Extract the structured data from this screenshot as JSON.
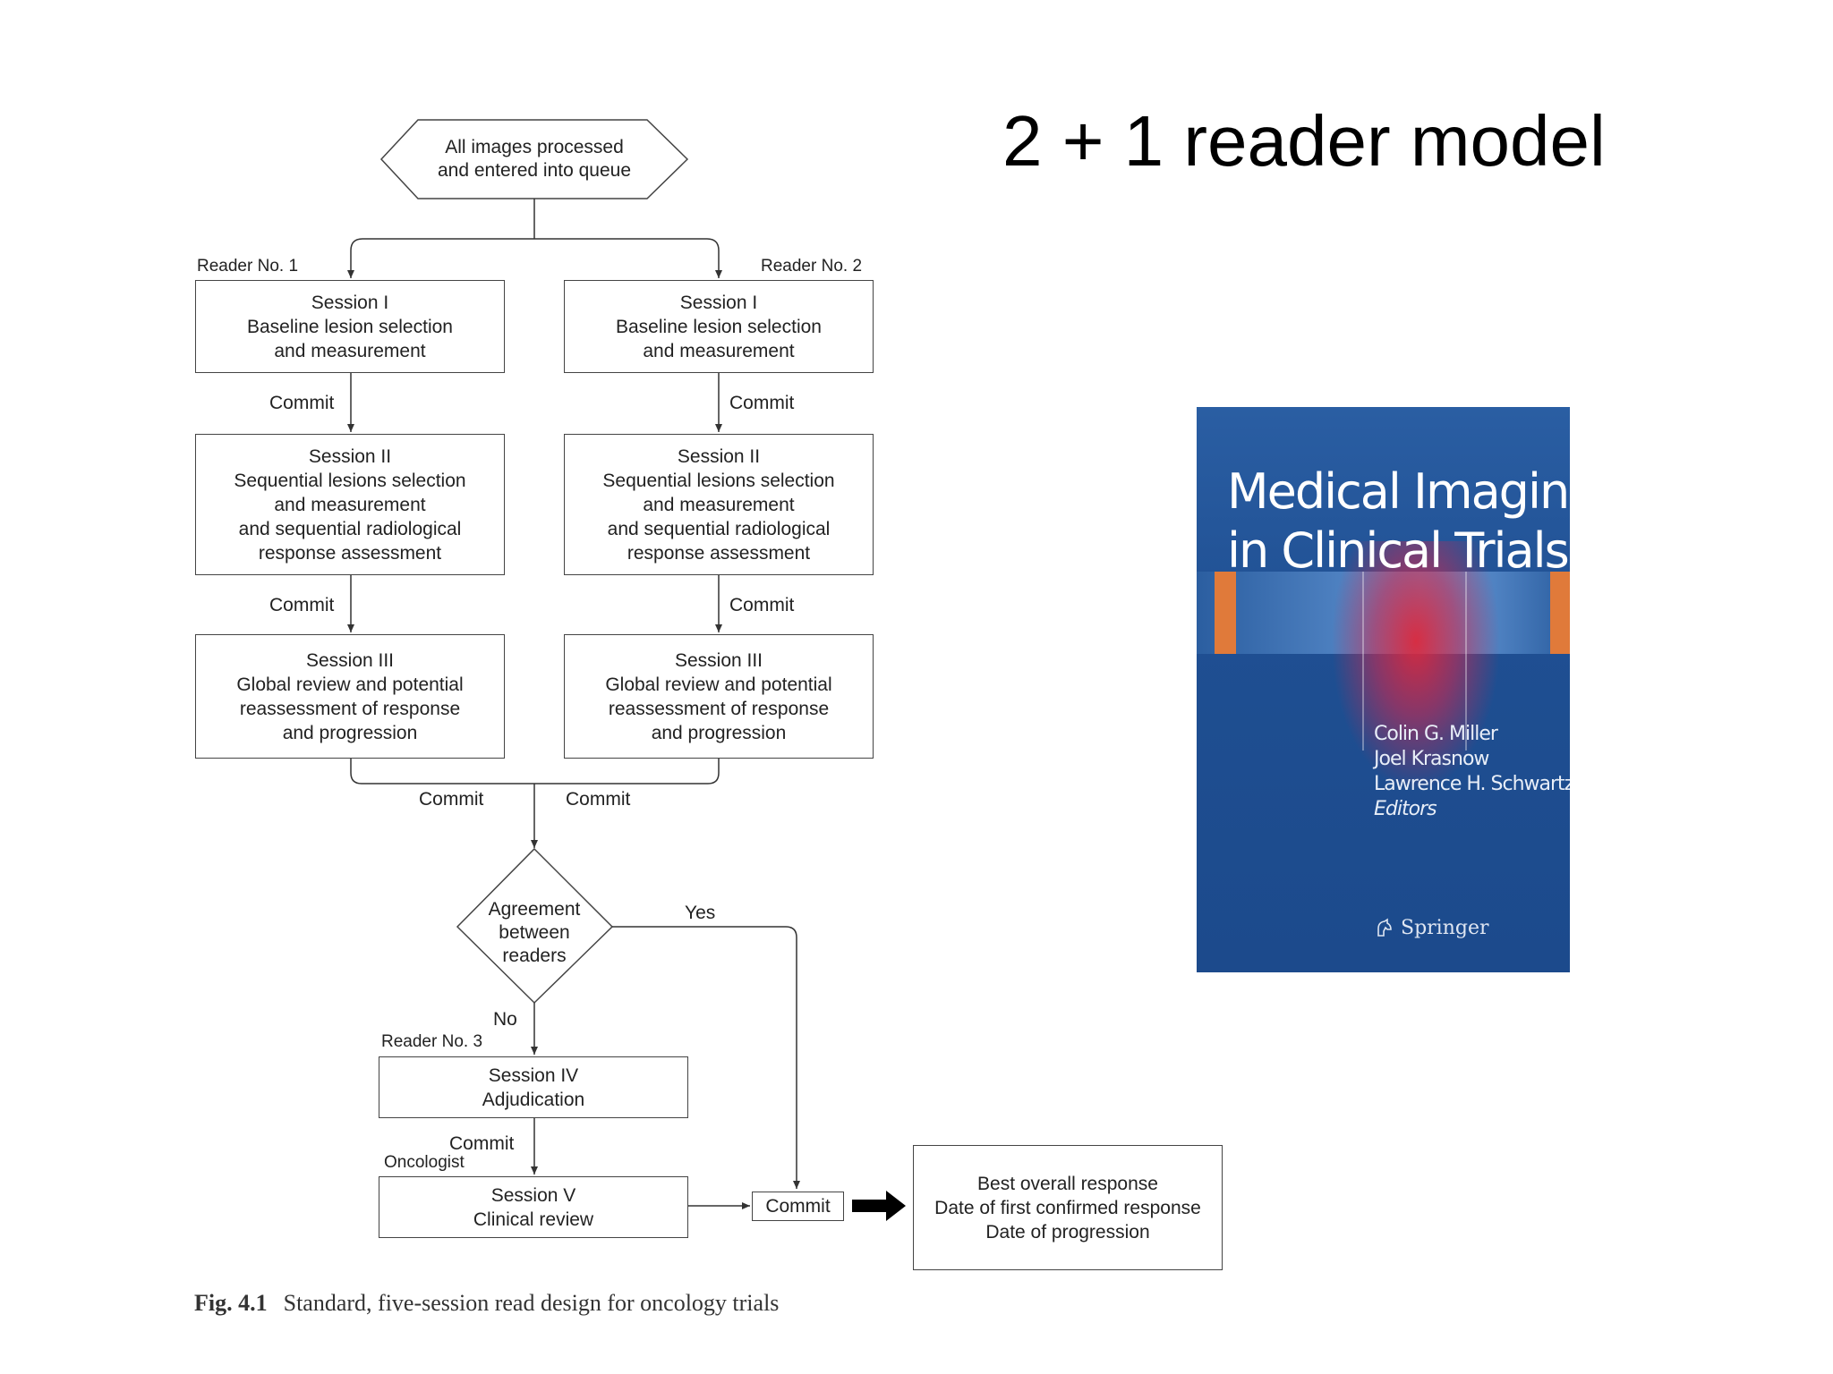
{
  "slide": {
    "title": "2 + 1 reader model"
  },
  "flowchart": {
    "start": [
      "All images processed",
      "and entered into queue"
    ],
    "reader1_label": "Reader No. 1",
    "reader2_label": "Reader No. 2",
    "reader3_label": "Reader No. 3",
    "oncologist_label": "Oncologist",
    "session1": [
      "Session I",
      "Baseline lesion selection",
      "and measurement"
    ],
    "session2": [
      "Session II",
      "Sequential lesions selection",
      "and measurement",
      "and sequential radiological",
      "response assessment"
    ],
    "session3": [
      "Session III",
      "Global review and potential",
      "reassessment of response",
      "and progression"
    ],
    "commit": "Commit",
    "decision": [
      "Agreement",
      "between",
      "readers"
    ],
    "yes": "Yes",
    "no": "No",
    "session4": [
      "Session IV",
      "Adjudication"
    ],
    "session5": [
      "Session V",
      "Clinical review"
    ],
    "output": [
      "Best overall response",
      "Date of first confirmed response",
      "Date of progression"
    ]
  },
  "caption": {
    "label": "Fig. 4.1",
    "text": "Standard, five-session read design for oncology trials"
  },
  "book": {
    "title": [
      "Medical Imaging",
      "in Clinical Trials"
    ],
    "editors": [
      "Colin G. Miller",
      "Joel Krasnow",
      "Lawrence H. Schwartz"
    ],
    "editors_suffix": "Editors",
    "publisher": "Springer"
  }
}
